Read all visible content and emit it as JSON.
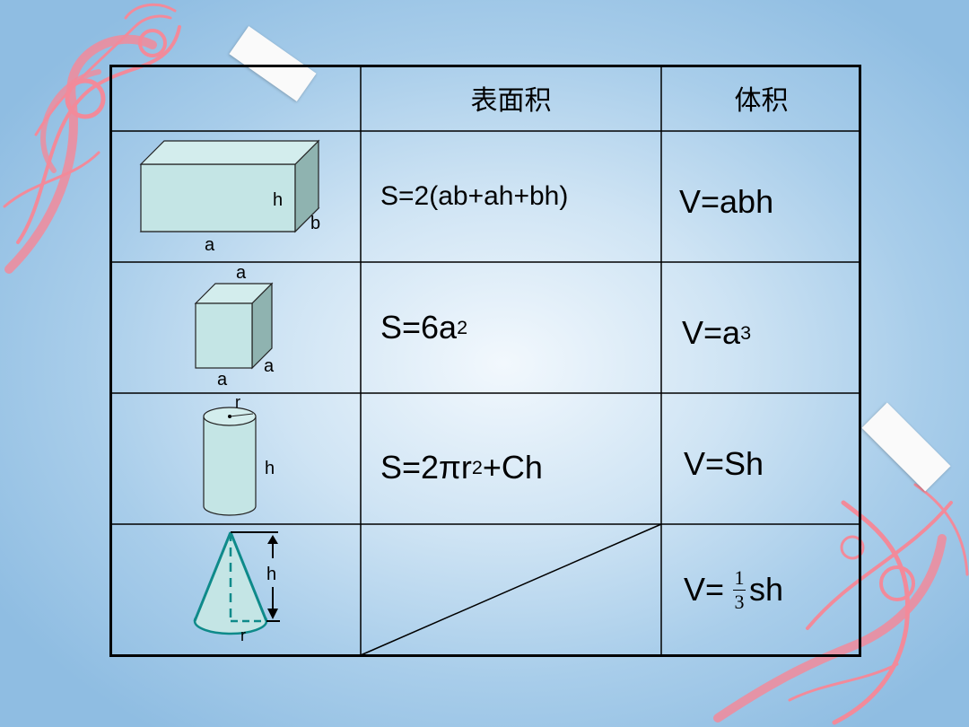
{
  "headers": {
    "surface_area": "表面积",
    "volume": "体积"
  },
  "rows": [
    {
      "shape": "cuboid",
      "labels": {
        "h": "h",
        "b": "b",
        "a": "a"
      },
      "surface": {
        "text": "S=2(ab+ah+bh)"
      },
      "volume": {
        "text": "V=abh"
      }
    },
    {
      "shape": "cube",
      "labels": {
        "top": "a",
        "side": "a",
        "bottom": "a"
      },
      "surface": {
        "base": "S=6a",
        "exp": "2"
      },
      "volume": {
        "base": "V=a",
        "exp": "3"
      }
    },
    {
      "shape": "cylinder",
      "labels": {
        "r": "r",
        "h": "h"
      },
      "surface": {
        "pre": "S=2πr",
        "exp": "2",
        "post": "+Ch"
      },
      "volume": {
        "text": "V=Sh"
      }
    },
    {
      "shape": "cone",
      "labels": {
        "h": "h",
        "r": "r"
      },
      "surface": {
        "text": ""
      },
      "volume": {
        "pre": "V=",
        "num": "1",
        "den": "3",
        "post": "sh"
      }
    }
  ],
  "colors": {
    "accent_pink": "#f28a9a",
    "shape_fill": "#c4e5e5",
    "cone_stroke": "#0e8a8a"
  }
}
